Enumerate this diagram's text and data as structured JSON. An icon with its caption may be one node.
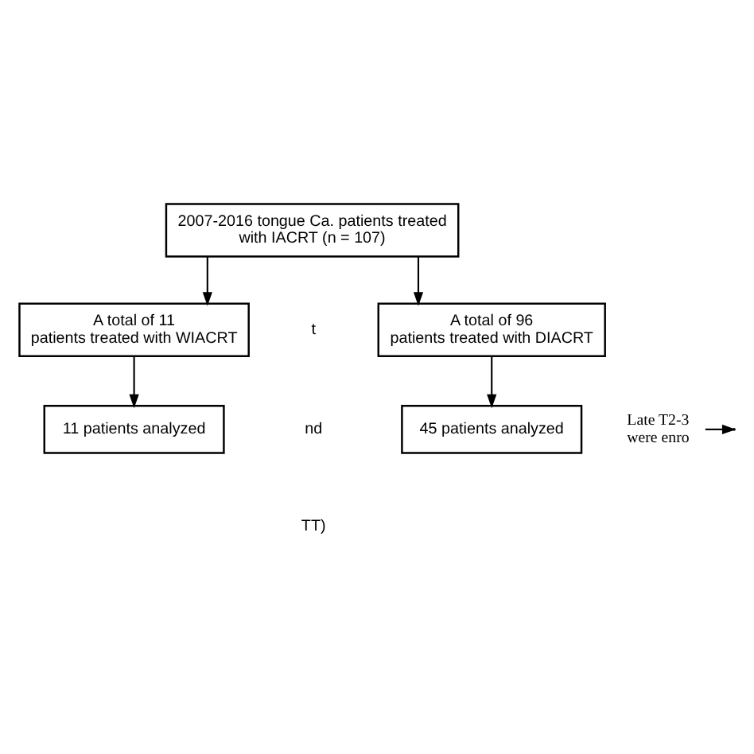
{
  "diagram": {
    "nodes": [
      {
        "text": [
          "2007-2016 tongue Ca. patients treated with IACRT (n = 107)"
        ]
      },
      {
        "text": [
          "A total of 11 patients treated with WIACRT"
        ]
      },
      {
        "text": [
          "A total of 96 patients treated with DIACRT"
        ]
      },
      {
        "text": [
          "11 patients analyzed"
        ]
      },
      {
        "text": [
          "45 patients analyzed"
        ]
      },
      {
        "text": [
          "Late T2-3 were enro"
        ]
      }
    ],
    "edges": [
      {
        "from": 0,
        "to": 1,
        "arrow": "to"
      },
      {
        "from": 0,
        "to": 2,
        "arrow": "to"
      },
      {
        "from": 1,
        "to": 3,
        "arrow": "to"
      },
      {
        "from": 2,
        "to": 4,
        "arrow": "to"
      },
      {
        "from": 5,
        "to": null,
        "arrow": "to"
      }
    ],
    "labels": [
      "t",
      "nd",
      "TT)"
    ]
  }
}
